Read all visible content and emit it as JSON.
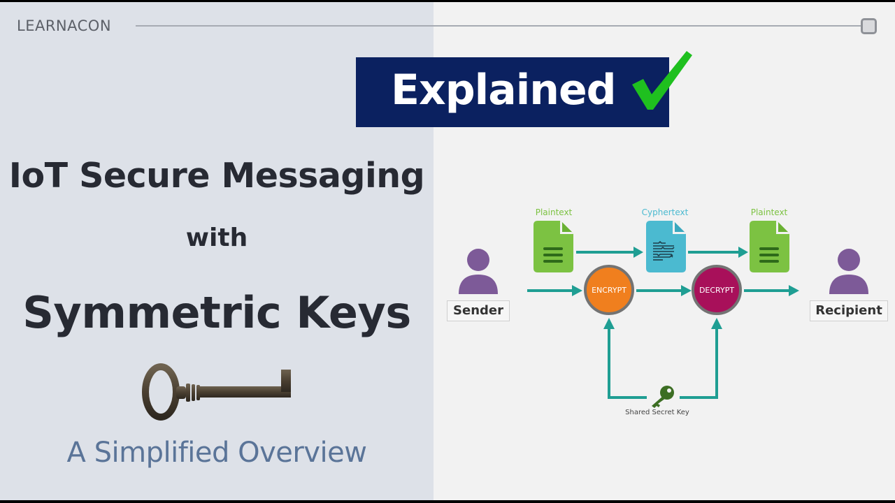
{
  "header": {
    "brand": "LEARNACON",
    "progress_percent": 100
  },
  "banner": {
    "label": "Explained",
    "check_color": "#1fc01f",
    "background": "#0b2160"
  },
  "title": {
    "line1": "IoT Secure Messaging",
    "line2": "with",
    "line3": "Symmetric Keys",
    "subtitle": "A Simplified Overview"
  },
  "diagram": {
    "sender": {
      "label": "Sender"
    },
    "recipient": {
      "label": "Recipient"
    },
    "documents": [
      {
        "label": "Plaintext",
        "color": "#7cc242",
        "kind": "plain"
      },
      {
        "label": "Cyphertext",
        "color": "#4bbad0",
        "kind": "cipher"
      },
      {
        "label": "Plaintext",
        "color": "#7cc242",
        "kind": "plain"
      }
    ],
    "encrypt": {
      "label": "ENCRYPT",
      "color": "#f07f1e"
    },
    "decrypt": {
      "label": "DECRYPT",
      "color": "#a8105a"
    },
    "key": {
      "label": "Shared Secret Key",
      "color": "#3c6e23"
    },
    "arrow_color": "#1f9e93",
    "person_color": "#7d5a98"
  },
  "colors": {
    "left_bg": "#dde1e8",
    "right_bg": "#f2f2f2",
    "title_text": "#272a33",
    "subtitle_text": "#5a7498"
  }
}
